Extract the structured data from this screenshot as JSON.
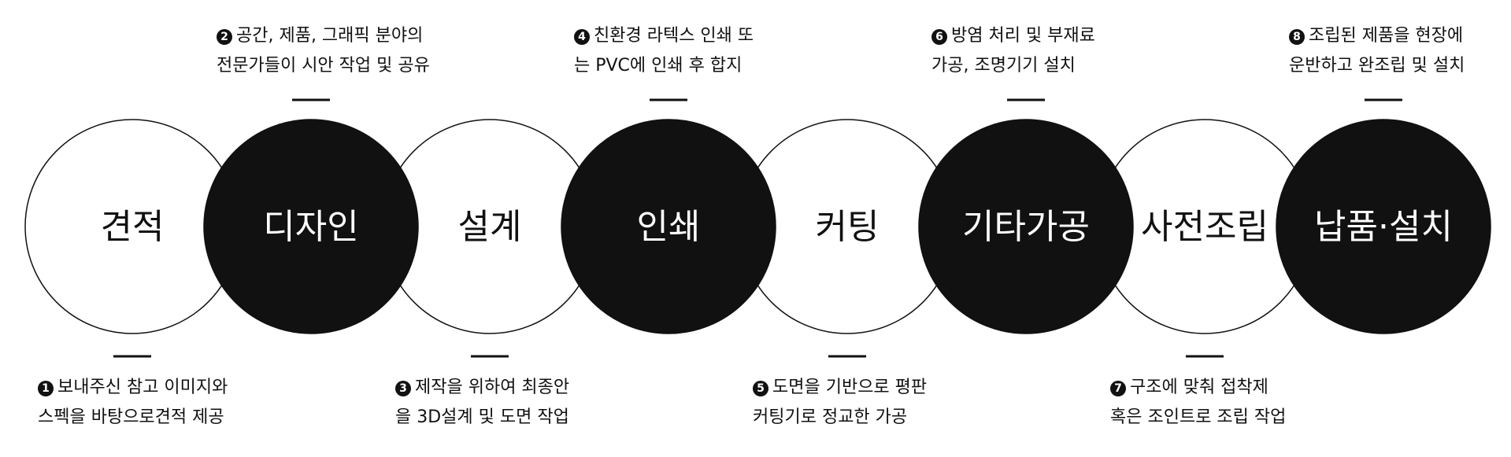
{
  "colors": {
    "dark_fill": "#111111",
    "light_fill": "#ffffff",
    "stroke": "#111111"
  },
  "steps": [
    {
      "num": "1",
      "label": "견적",
      "style": "light",
      "desc_position": "bottom",
      "desc": [
        "보내주신 참고 이미지와",
        "스펙을 바탕으로견적 제공"
      ]
    },
    {
      "num": "2",
      "label": "디자인",
      "style": "dark",
      "desc_position": "top",
      "desc": [
        "공간, 제품, 그래픽 분야의",
        "전문가들이 시안 작업 및 공유"
      ]
    },
    {
      "num": "3",
      "label": "설계",
      "style": "light",
      "desc_position": "bottom",
      "desc": [
        "제작을 위하여 최종안",
        "을 3D설계 및 도면 작업"
      ]
    },
    {
      "num": "4",
      "label": "인쇄",
      "style": "dark",
      "desc_position": "top",
      "desc": [
        "친환경 라텍스 인쇄 또",
        "는 PVC에 인쇄 후 합지"
      ]
    },
    {
      "num": "5",
      "label": "커팅",
      "style": "light",
      "desc_position": "bottom",
      "desc": [
        "도면을 기반으로 평판",
        "커팅기로 정교한 가공"
      ]
    },
    {
      "num": "6",
      "label": "기타가공",
      "style": "dark",
      "desc_position": "top",
      "desc": [
        "방염 처리 및 부재료",
        "가공, 조명기기 설치"
      ]
    },
    {
      "num": "7",
      "label": "사전조립",
      "style": "light",
      "desc_position": "bottom",
      "desc": [
        "구조에 맞춰 접착제",
        "혹은 조인트로 조립 작업"
      ]
    },
    {
      "num": "8",
      "label": "납품·설치",
      "style": "dark",
      "desc_position": "top",
      "desc": [
        "조립된 제품을 현장에",
        "운반하고 완조립 및 설치"
      ]
    }
  ]
}
